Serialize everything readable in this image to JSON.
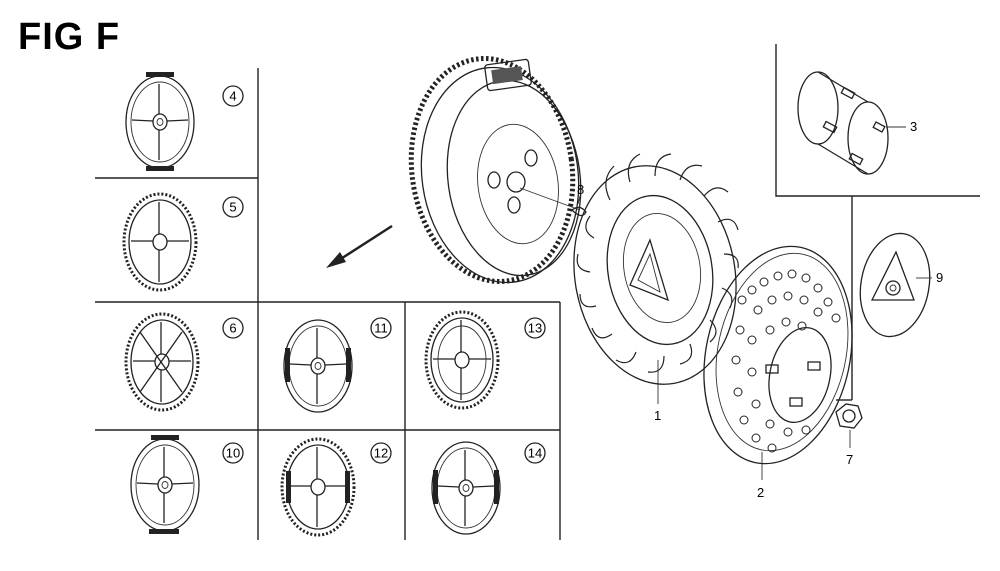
{
  "figure": {
    "title": "FIG F"
  },
  "variants": [
    {
      "number": "4"
    },
    {
      "number": "5"
    },
    {
      "number": "6"
    },
    {
      "number": "10"
    },
    {
      "number": "11"
    },
    {
      "number": "12"
    },
    {
      "number": "13"
    },
    {
      "number": "14"
    }
  ],
  "parts": [
    {
      "number": "1"
    },
    {
      "number": "2"
    },
    {
      "number": "3"
    },
    {
      "number": "7"
    },
    {
      "number": "8"
    },
    {
      "number": "9"
    }
  ],
  "colors": {
    "ink": "#222222",
    "background": "#ffffff"
  }
}
